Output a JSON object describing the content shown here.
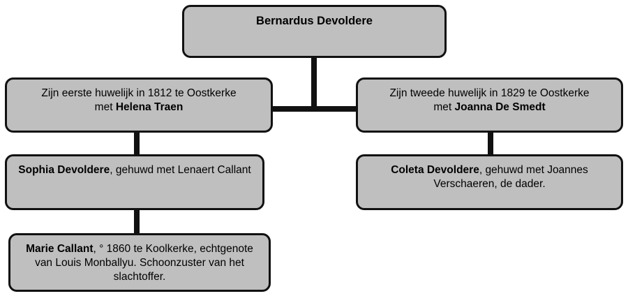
{
  "diagram": {
    "type": "family-tree",
    "title": "Bernardus Devoldere family tree",
    "colors": {
      "node_fill": "#bfbfbf",
      "node_border": "#111111",
      "connector": "#111111",
      "background": "#ffffff",
      "text": "#000000"
    },
    "nodes": {
      "root": {
        "name": "Bernardus Devoldere",
        "bold_parts": [
          "Bernardus Devoldere"
        ]
      },
      "marriage_1": {
        "line_1": "Zijn eerste huwelijk in 1812 te Oostkerke",
        "line_2_prefix": "met ",
        "line_2_bold": "Helena Traen",
        "year": "1812",
        "place": "Oostkerke",
        "spouse": "Helena Traen"
      },
      "marriage_2": {
        "line_1": "Zijn tweede huwelijk in 1829 te Oostkerke",
        "line_2_prefix": "met ",
        "line_2_bold": "Joanna De Smedt",
        "year": "1829",
        "place": "Oostkerke",
        "spouse": "Joanna De Smedt"
      },
      "child_1": {
        "bold_name": "Sophia Devoldere",
        "rest": ", gehuwd met Lenaert Callant",
        "spouse": "Lenaert Callant"
      },
      "child_2": {
        "bold_name": "Coleta Devoldere",
        "rest": ", gehuwd met Joannes Verschaeren, de dader.",
        "spouse": "Joannes Verschaeren",
        "note": "de dader."
      },
      "grandchild": {
        "bold_name": "Marie Callant",
        "rest": ", ° 1860 te Koolkerke, echtgenote van Louis Monballyu. Schoonzuster van het slachtoffer.",
        "birth_year": "1860",
        "birth_place": "Koolkerke",
        "spouse": "Louis Monballyu",
        "note": "Schoonzuster van het slachtoffer."
      }
    },
    "connectors": [
      {
        "name": "root-stem",
        "from": "root",
        "to": "sibling-bar",
        "orientation": "vertical"
      },
      {
        "name": "sibling-bar",
        "from": "marriage_1",
        "to": "marriage_2",
        "orientation": "horizontal"
      },
      {
        "name": "marriage1-to-child1",
        "from": "marriage_1",
        "to": "child_1",
        "orientation": "vertical"
      },
      {
        "name": "marriage2-to-child2",
        "from": "marriage_2",
        "to": "child_2",
        "orientation": "vertical"
      },
      {
        "name": "child1-to-grandchild",
        "from": "child_1",
        "to": "grandchild",
        "orientation": "vertical"
      }
    ]
  }
}
